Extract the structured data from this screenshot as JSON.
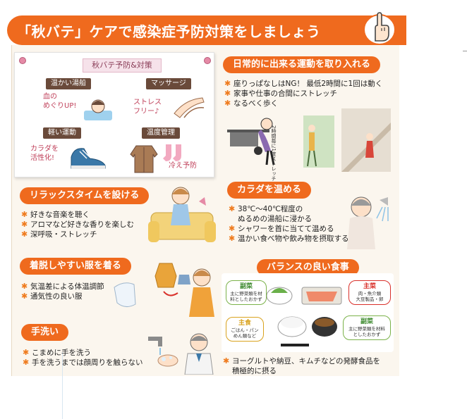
{
  "title": "「秋バテ」ケアで感染症予防対策をしましょう",
  "note": {
    "title": "秋バテ予防&対策",
    "items": [
      {
        "tag": "温かい湯船",
        "hand": "血の\nめぐりUP!"
      },
      {
        "tag": "マッサージ",
        "hand": "ストレス\nフリー♪"
      },
      {
        "tag": "軽い運動",
        "hand": "カラダを\n活性化!"
      },
      {
        "tag": "温度管理",
        "hand": "冷え予防"
      }
    ]
  },
  "exercise": {
    "heading": "日常的に出来る運動を取り入れる",
    "bullets": [
      "座りっぱなしはNG！ 最低2時間に1回は動く",
      "家事や仕事の合間にストレッチ",
      "なるべく歩く"
    ],
    "caption": "2時間毎に1度ストレッチ"
  },
  "relax": {
    "heading": "リラックスタイムを設ける",
    "bullets": [
      "好きな音楽を聴く",
      "アロマなど好きな香りを楽しむ",
      "深呼吸・ストレッチ"
    ]
  },
  "warm": {
    "heading": "カラダを温める",
    "bullets": [
      "38℃～40℃程度の\nぬるめの湯船に浸かる",
      "シャワーを首に当てて温める",
      "温かい食べ物や飲み物を摂取する"
    ]
  },
  "clothes": {
    "heading": "着脱しやすい服を着る",
    "bullets": [
      "気温差による体温調節",
      "通気性の良い服"
    ]
  },
  "diet": {
    "heading": "バランスの良い食事",
    "categories": [
      {
        "head": "副菜",
        "sub": "主に野菜類を材\n料としたおかず",
        "color": "#3d8a2e"
      },
      {
        "head": "主菜",
        "sub": "肉・魚介類\n大豆製品・卵",
        "color": "#d9302a"
      },
      {
        "head": "主食",
        "sub": "ごはん・パン\nめん類など",
        "color": "#d9a21e"
      },
      {
        "head": "副菜",
        "sub": "主に野菜類を材料\nとしたおかず",
        "color": "#3d8a2e"
      }
    ],
    "bullets": [
      "ヨーグルトや納豆、キムチなどの発酵食品を\n積極的に摂る"
    ]
  },
  "hands": {
    "heading": "手洗い",
    "bullets": [
      "こまめに手を洗う",
      "手を洗うまでは顔周りを触らない"
    ]
  },
  "colors": {
    "accent": "#ef6a1e",
    "bullet": "#ef7b1e",
    "background": "#fbf6ee"
  },
  "icons": [
    "pointing-hand-icon",
    "push-pin-icon",
    "asterisk-bullet-icon"
  ]
}
